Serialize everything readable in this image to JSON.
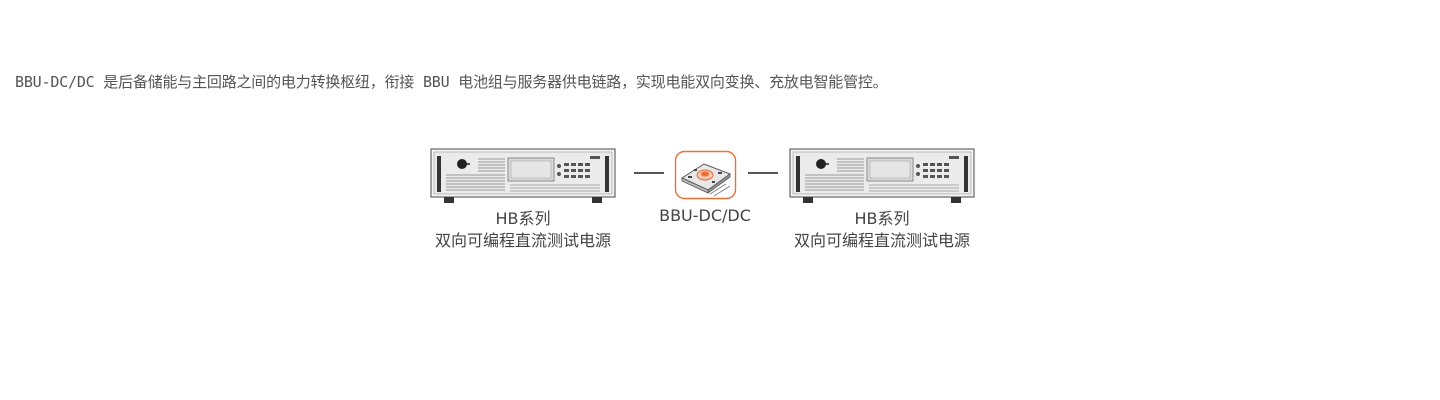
{
  "intro_text": "BBU-DC/DC 是后备储能与主回路之间的电力转换枢纽，衔接 BBU 电池组与服务器供电链路，实现电能双向变换、充放电智能管控。",
  "diagram": {
    "left_device": {
      "line1": "HB系列",
      "line2": "双向可编程直流测试电源",
      "icon": "rack-power-supply"
    },
    "center_device": {
      "line1": "BBU-DC/DC",
      "icon": "dc-dc-module",
      "accent_color": "#e8703a"
    },
    "right_device": {
      "line1": "HB系列",
      "line2": "双向可编程直流测试电源",
      "icon": "rack-power-supply"
    }
  }
}
